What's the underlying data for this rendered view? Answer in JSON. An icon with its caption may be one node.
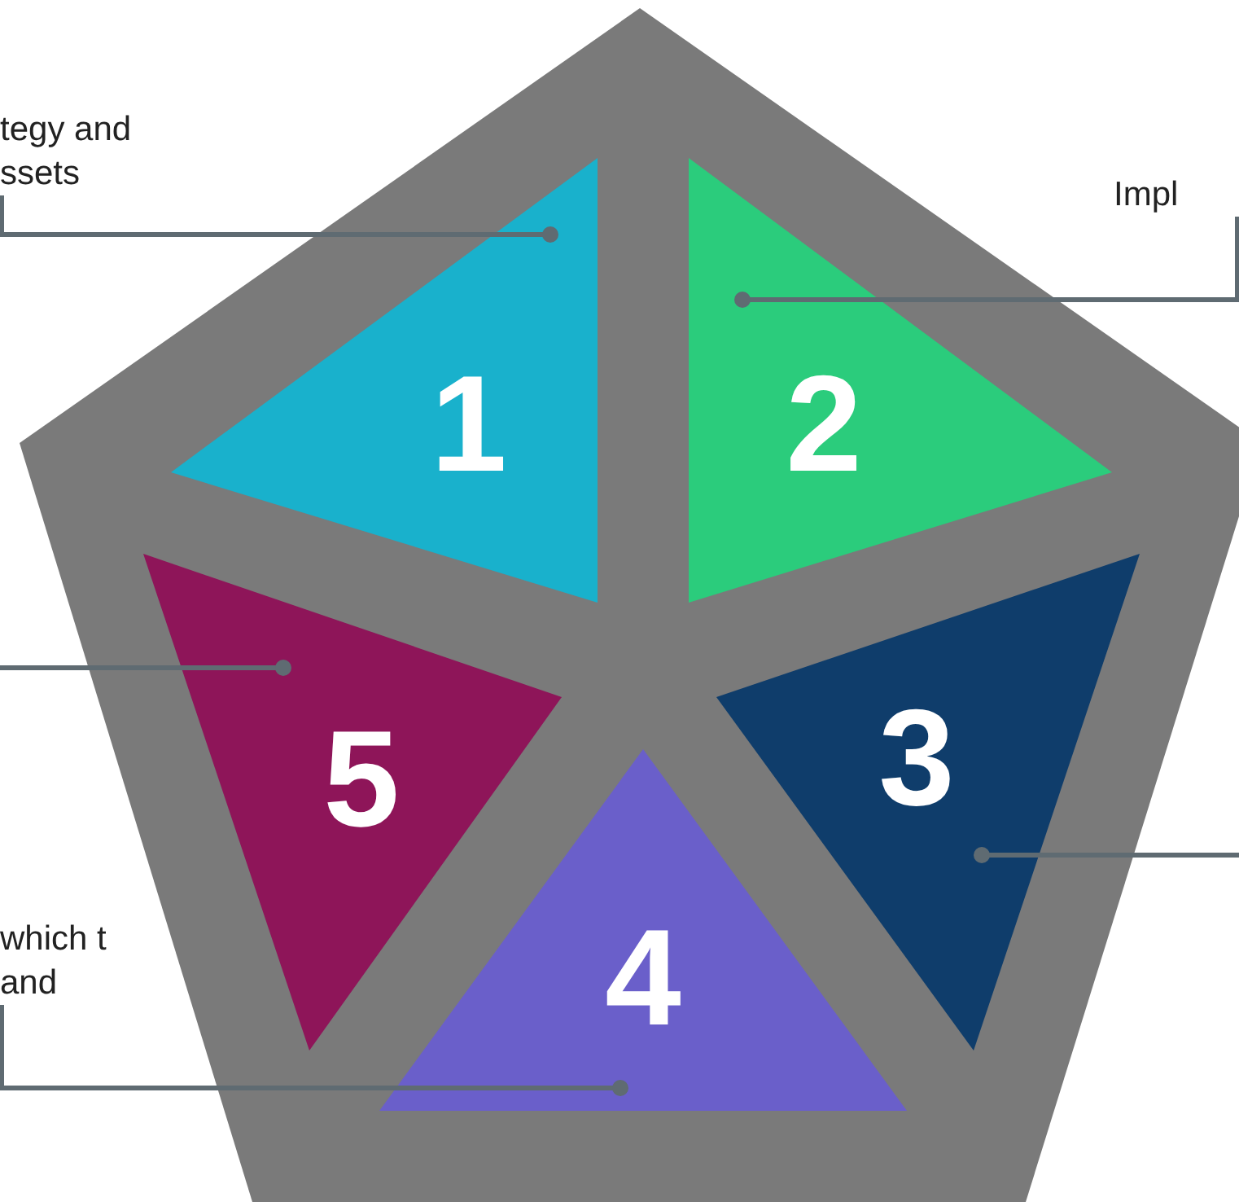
{
  "diagram": {
    "nodes": [
      {
        "text": [],
        "shape": "pentagon"
      },
      {
        "text": [
          "1"
        ],
        "in": 0
      },
      {
        "text": [
          "2"
        ],
        "in": 0
      },
      {
        "text": [
          "5"
        ],
        "in": 0
      },
      {
        "text": [
          "3"
        ],
        "in": 0
      },
      {
        "text": [
          "4"
        ],
        "in": 0
      },
      {
        "text": [
          "tegy and ssets"
        ]
      },
      {
        "text": [
          "Impl"
        ]
      },
      {
        "text": [
          "which t and"
        ]
      }
    ],
    "edges": [
      {
        "from": 6,
        "to": 1,
        "arrow": "other"
      },
      {
        "from": 7,
        "to": 2,
        "arrow": "other"
      },
      {
        "from": null,
        "to": 3,
        "arrow": "other"
      },
      {
        "from": null,
        "to": 4,
        "arrow": "other"
      },
      {
        "from": 8,
        "to": 5,
        "arrow": "other"
      }
    ]
  }
}
